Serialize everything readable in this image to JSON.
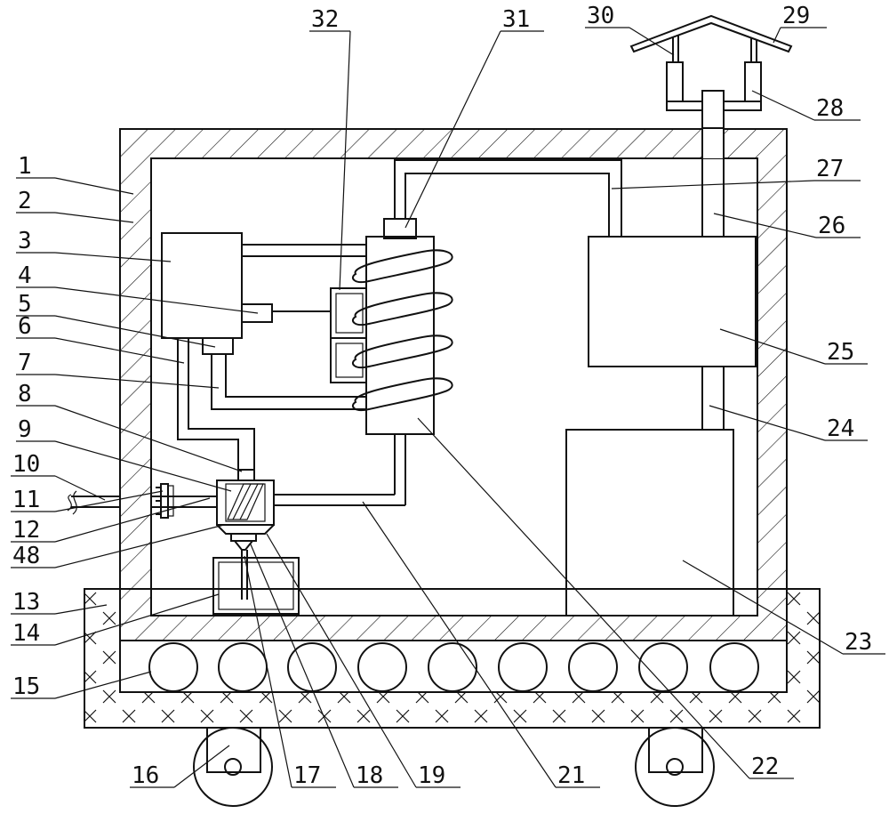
{
  "figure": {
    "background": "#ffffff",
    "stroke": "#111111",
    "labels": [
      "1",
      "2",
      "3",
      "4",
      "5",
      "6",
      "7",
      "8",
      "9",
      "10",
      "11",
      "12",
      "48",
      "13",
      "14",
      "15",
      "16",
      "17",
      "18",
      "19",
      "21",
      "22",
      "23",
      "24",
      "25",
      "26",
      "27",
      "28",
      "29",
      "30",
      "31",
      "32"
    ]
  }
}
